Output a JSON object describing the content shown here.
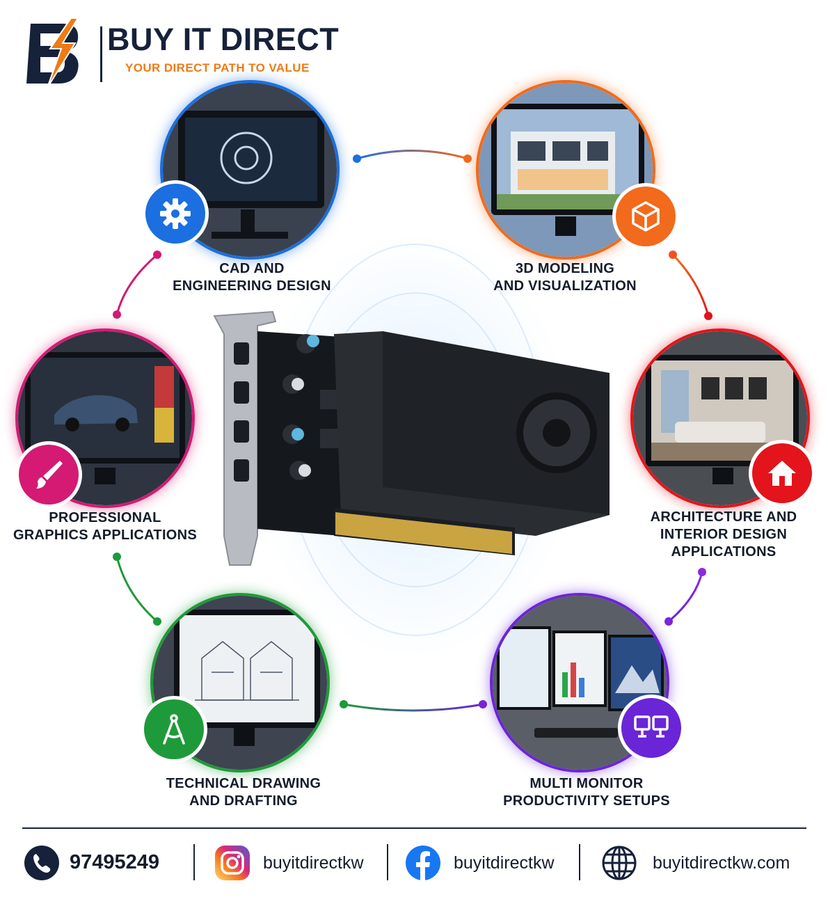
{
  "brand": {
    "name": "BUY IT DIRECT",
    "tagline": "YOUR DIRECT PATH TO VALUE",
    "colors": {
      "navy": "#16213a",
      "orange": "#f07a14"
    }
  },
  "features": [
    {
      "id": "cad",
      "lines": [
        "CAD AND",
        "ENGINEERING DESIGN"
      ],
      "icon": "gear-icon",
      "color": "#1b6fe0"
    },
    {
      "id": "3d",
      "lines": [
        "3D MODELING",
        "AND VISUALIZATION"
      ],
      "icon": "cube-icon",
      "color": "#f26a1c"
    },
    {
      "id": "graphics",
      "lines": [
        "PROFESSIONAL",
        "GRAPHICS APPLICATIONS"
      ],
      "icon": "paintbrush-icon",
      "color": "#d41a73"
    },
    {
      "id": "architecture",
      "lines": [
        "ARCHITECTURE AND",
        "INTERIOR DESIGN",
        "APPLICATIONS"
      ],
      "icon": "house-icon",
      "color": "#e3141c"
    },
    {
      "id": "drafting",
      "lines": [
        "TECHNICAL DRAWING",
        "AND DRAFTING"
      ],
      "icon": "compass-icon",
      "color": "#1f9a3a"
    },
    {
      "id": "multimonitor",
      "lines": [
        "MULTI MONITOR",
        "PRODUCTIVITY SETUPS"
      ],
      "icon": "dual-monitor-icon",
      "color": "#6a25d6"
    }
  ],
  "footer": {
    "phone": "97495249",
    "instagram": "buyitdirectkw",
    "facebook": "buyitdirectkw",
    "website": "buyitdirectkw.com"
  }
}
